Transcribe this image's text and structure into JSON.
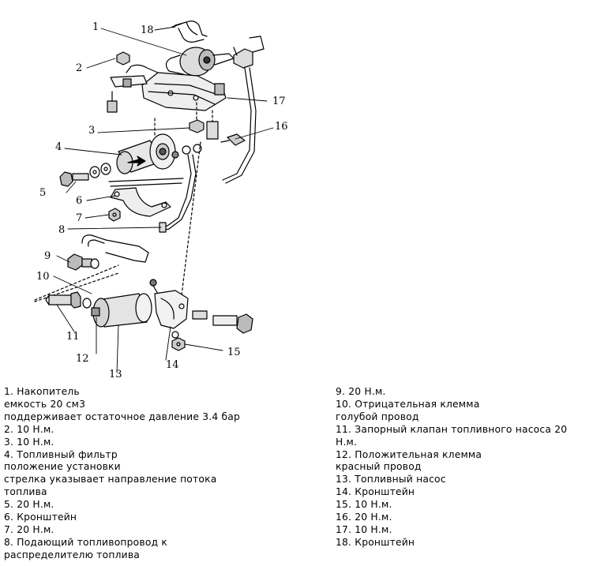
{
  "callouts": [
    "1",
    "2",
    "3",
    "4",
    "5",
    "6",
    "7",
    "8",
    "9",
    "10",
    "11",
    "12",
    "13",
    "14",
    "15",
    "16",
    "17",
    "18"
  ],
  "legend_left": [
    "1. Накопитель",
    "емкость 20 см3",
    "поддерживает остаточное давление 3.4 бар",
    "2. 10 Н.м.",
    "3. 10 Н.м.",
    "4. Топливный фильтр",
    "положение установки",
    "стрелка указывает направление потока",
    "топлива",
    "5. 20 Н.м.",
    "6. Кронштейн",
    "7. 20 Н.м.",
    "8. Подающий топливопровод к",
    "распределителю топлива"
  ],
  "legend_right": [
    "9. 20 Н.м.",
    "10. Отрицательная клемма",
    "голубой провод",
    "11. Запорный клапан топливного насоса 20",
    "Н.м.",
    "12. Положительная клемма",
    "красный провод",
    "13. Топливный насос",
    "14. Кронштейн",
    "15. 10 Н.м.",
    "16. 20 Н.м.",
    "17. 10 Н.м.",
    "18. Кронштейн"
  ]
}
